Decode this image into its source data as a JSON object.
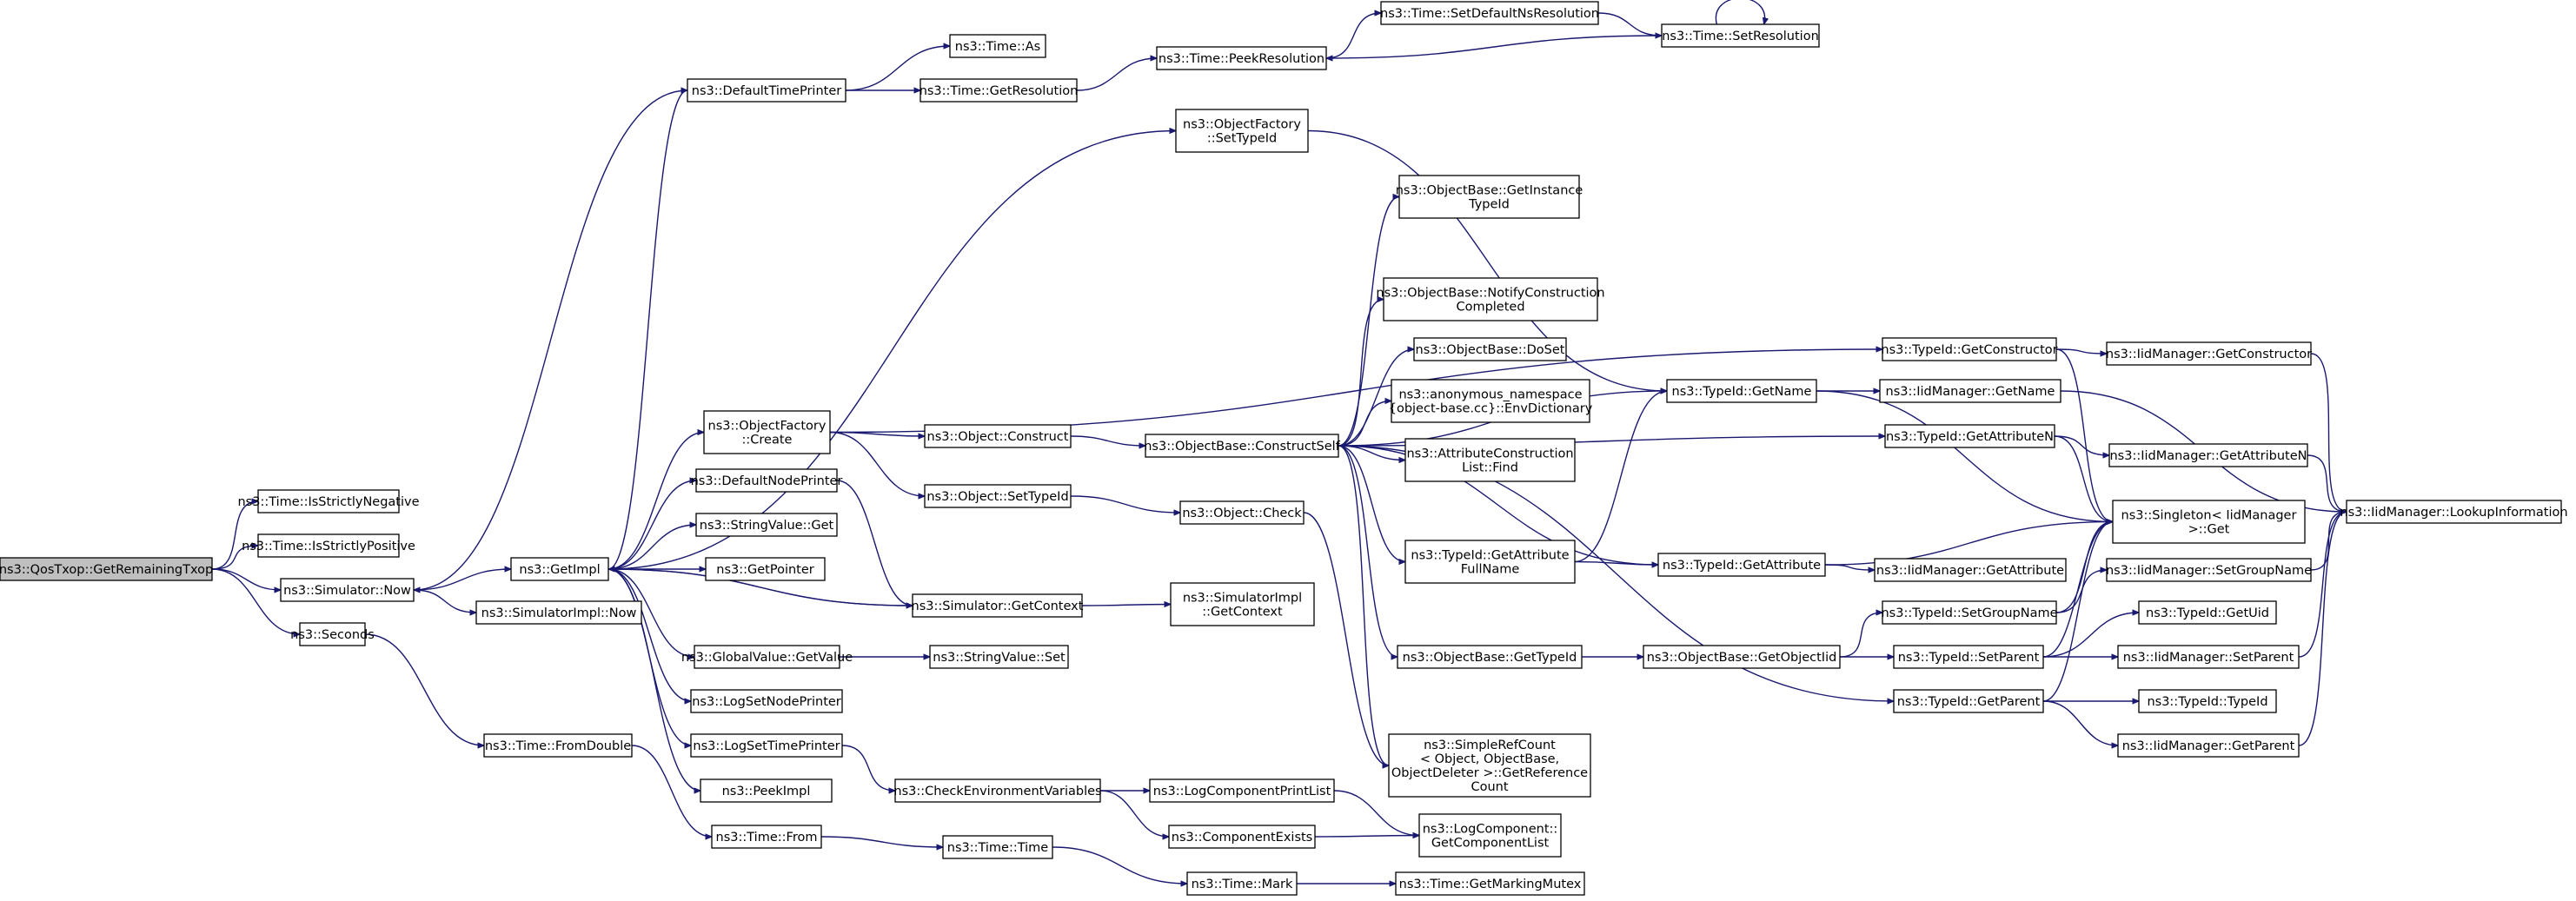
{
  "graph": {
    "root": "n_root",
    "edge_color": "#191970",
    "root_fill": "#bfbfbf",
    "nodes": [
      {
        "id": "n_root",
        "lines": [
          "ns3::QosTxop::GetRemainingTxop"
        ]
      },
      {
        "id": "n_isneg",
        "lines": [
          "ns3::Time::IsStrictlyNegative"
        ]
      },
      {
        "id": "n_ispos",
        "lines": [
          "ns3::Time::IsStrictlyPositive"
        ]
      },
      {
        "id": "n_simnow",
        "lines": [
          "ns3::Simulator::Now"
        ]
      },
      {
        "id": "n_seconds",
        "lines": [
          "ns3::Seconds"
        ]
      },
      {
        "id": "n_getimpl",
        "lines": [
          "ns3::GetImpl"
        ]
      },
      {
        "id": "n_simimplnow",
        "lines": [
          "ns3::SimulatorImpl::Now"
        ]
      },
      {
        "id": "n_fromdouble",
        "lines": [
          "ns3::Time::FromDouble"
        ]
      },
      {
        "id": "n_defaulttp",
        "lines": [
          "ns3::DefaultTimePrinter"
        ]
      },
      {
        "id": "n_ofcreate",
        "lines": [
          "ns3::ObjectFactory",
          "::Create"
        ]
      },
      {
        "id": "n_defaultnp",
        "lines": [
          "ns3::DefaultNodePrinter"
        ]
      },
      {
        "id": "n_strvalget",
        "lines": [
          "ns3::StringValue::Get"
        ]
      },
      {
        "id": "n_getpointer",
        "lines": [
          "ns3::GetPointer"
        ]
      },
      {
        "id": "n_gvgetvalue",
        "lines": [
          "ns3::GlobalValue::GetValue"
        ]
      },
      {
        "id": "n_logsetnp",
        "lines": [
          "ns3::LogSetNodePrinter"
        ]
      },
      {
        "id": "n_logsettp",
        "lines": [
          "ns3::LogSetTimePrinter"
        ]
      },
      {
        "id": "n_peekimpl",
        "lines": [
          "ns3::PeekImpl"
        ]
      },
      {
        "id": "n_timefrom",
        "lines": [
          "ns3::Time::From"
        ]
      },
      {
        "id": "n_timeas",
        "lines": [
          "ns3::Time::As"
        ]
      },
      {
        "id": "n_timegetres",
        "lines": [
          "ns3::Time::GetResolution"
        ]
      },
      {
        "id": "n_objconstruct",
        "lines": [
          "ns3::Object::Construct"
        ]
      },
      {
        "id": "n_objsettypeid",
        "lines": [
          "ns3::Object::SetTypeId"
        ]
      },
      {
        "id": "n_simgetctx",
        "lines": [
          "ns3::Simulator::GetContext"
        ]
      },
      {
        "id": "n_strvalset",
        "lines": [
          "ns3::StringValue::Set"
        ]
      },
      {
        "id": "n_checkenv",
        "lines": [
          "ns3::CheckEnvironmentVariables"
        ]
      },
      {
        "id": "n_timetime",
        "lines": [
          "ns3::Time::Time"
        ]
      },
      {
        "id": "n_peekres",
        "lines": [
          "ns3::Time::PeekResolution"
        ]
      },
      {
        "id": "n_ofsettypeid",
        "lines": [
          "ns3::ObjectFactory",
          "::SetTypeId"
        ]
      },
      {
        "id": "n_objcheck",
        "lines": [
          "ns3::Object::Check"
        ]
      },
      {
        "id": "n_simimplgetctx",
        "lines": [
          "ns3::SimulatorImpl",
          "::GetContext"
        ]
      },
      {
        "id": "n_logcompprint",
        "lines": [
          "ns3::LogComponentPrintList"
        ]
      },
      {
        "id": "n_compexists",
        "lines": [
          "ns3::ComponentExists"
        ]
      },
      {
        "id": "n_timemark",
        "lines": [
          "ns3::Time::Mark"
        ]
      },
      {
        "id": "n_setdefns",
        "lines": [
          "ns3::Time::SetDefaultNsResolution"
        ]
      },
      {
        "id": "n_objbaseconstructself",
        "lines": [
          "ns3::ObjectBase::ConstructSelf"
        ]
      },
      {
        "id": "n_getinstancetid",
        "lines": [
          "ns3::ObjectBase::GetInstance",
          "TypeId"
        ]
      },
      {
        "id": "n_notifyconstr",
        "lines": [
          "ns3::ObjectBase::NotifyConstruction",
          "Completed"
        ]
      },
      {
        "id": "n_doset",
        "lines": [
          "ns3::ObjectBase::DoSet"
        ]
      },
      {
        "id": "n_envdict",
        "lines": [
          "ns3::anonymous_namespace",
          "{object-base.cc}::EnvDictionary"
        ]
      },
      {
        "id": "n_attrconstrfind",
        "lines": [
          "ns3::AttributeConstruction",
          "List::Find"
        ]
      },
      {
        "id": "n_tidgetattrfull",
        "lines": [
          "ns3::TypeId::GetAttribute",
          "FullName"
        ]
      },
      {
        "id": "n_objbasegettid",
        "lines": [
          "ns3::ObjectBase::GetTypeId"
        ]
      },
      {
        "id": "n_simplerefcount",
        "lines": [
          "ns3::SimpleRefCount",
          "< Object, ObjectBase,",
          "ObjectDeleter >::GetReference",
          "Count"
        ]
      },
      {
        "id": "n_logcompgetlist",
        "lines": [
          "ns3::LogComponent::",
          "GetComponentList"
        ]
      },
      {
        "id": "n_getmarkingmutex",
        "lines": [
          "ns3::Time::GetMarkingMutex"
        ]
      },
      {
        "id": "n_timesetres",
        "lines": [
          "ns3::Time::SetResolution"
        ]
      },
      {
        "id": "n_tidgetname",
        "lines": [
          "ns3::TypeId::GetName"
        ]
      },
      {
        "id": "n_tidgetattr",
        "lines": [
          "ns3::TypeId::GetAttribute"
        ]
      },
      {
        "id": "n_objbasegetoid",
        "lines": [
          "ns3::ObjectBase::GetObjectIid"
        ]
      },
      {
        "id": "n_tidgetconstructor",
        "lines": [
          "ns3::TypeId::GetConstructor"
        ]
      },
      {
        "id": "n_tidgetattrn",
        "lines": [
          "ns3::TypeId::GetAttributeN"
        ]
      },
      {
        "id": "n_tidsetgroupname",
        "lines": [
          "ns3::TypeId::SetGroupName"
        ]
      },
      {
        "id": "n_tidsetparent",
        "lines": [
          "ns3::TypeId::SetParent"
        ]
      },
      {
        "id": "n_tidgetparent",
        "lines": [
          "ns3::TypeId::GetParent"
        ]
      },
      {
        "id": "n_iidmgetname",
        "lines": [
          "ns3::IidManager::GetName"
        ]
      },
      {
        "id": "n_iidmgetattr",
        "lines": [
          "ns3::IidManager::GetAttribute"
        ]
      },
      {
        "id": "n_iidmgetconstructor",
        "lines": [
          "ns3::IidManager::GetConstructor"
        ]
      },
      {
        "id": "n_iidmgetattrn",
        "lines": [
          "ns3::IidManager::GetAttributeN"
        ]
      },
      {
        "id": "n_singletonget",
        "lines": [
          "ns3::Singleton< IidManager",
          " >::Get"
        ]
      },
      {
        "id": "n_iidmsetgroupname",
        "lines": [
          "ns3::IidManager::SetGroupName"
        ]
      },
      {
        "id": "n_tidgetuid",
        "lines": [
          "ns3::TypeId::GetUid"
        ]
      },
      {
        "id": "n_iidmsetparent",
        "lines": [
          "ns3::IidManager::SetParent"
        ]
      },
      {
        "id": "n_tidtypeid",
        "lines": [
          "ns3::TypeId::TypeId"
        ]
      },
      {
        "id": "n_iidmgetparent",
        "lines": [
          "ns3::IidManager::GetParent"
        ]
      },
      {
        "id": "n_iidmlookup",
        "lines": [
          "ns3::IidManager::LookupInformation"
        ]
      }
    ],
    "edges": [
      [
        "n_root",
        "n_isneg"
      ],
      [
        "n_root",
        "n_ispos"
      ],
      [
        "n_root",
        "n_simnow"
      ],
      [
        "n_root",
        "n_seconds"
      ],
      [
        "n_simnow",
        "n_getimpl"
      ],
      [
        "n_simnow",
        "n_simimplnow"
      ],
      [
        "n_seconds",
        "n_fromdouble"
      ],
      [
        "n_getimpl",
        "n_defaulttp"
      ],
      [
        "n_getimpl",
        "n_ofcreate"
      ],
      [
        "n_getimpl",
        "n_defaultnp"
      ],
      [
        "n_getimpl",
        "n_strvalget"
      ],
      [
        "n_getimpl",
        "n_getpointer"
      ],
      [
        "n_getimpl",
        "n_simgetctx"
      ],
      [
        "n_getimpl",
        "n_gvgetvalue"
      ],
      [
        "n_getimpl",
        "n_logsetnp"
      ],
      [
        "n_getimpl",
        "n_logsettp"
      ],
      [
        "n_getimpl",
        "n_peekimpl"
      ],
      [
        "n_getimpl",
        "n_ofsettypeid"
      ],
      [
        "n_defaulttp",
        "n_simnow"
      ],
      [
        "n_defaulttp",
        "n_timeas"
      ],
      [
        "n_defaulttp",
        "n_timegetres"
      ],
      [
        "n_timegetres",
        "n_peekres"
      ],
      [
        "n_ofcreate",
        "n_objconstruct"
      ],
      [
        "n_ofcreate",
        "n_objsettypeid"
      ],
      [
        "n_ofcreate",
        "n_tidgetconstructor"
      ],
      [
        "n_defaultnp",
        "n_simgetctx"
      ],
      [
        "n_simgetctx",
        "n_getimpl"
      ],
      [
        "n_simgetctx",
        "n_simimplgetctx"
      ],
      [
        "n_gvgetvalue",
        "n_strvalset"
      ],
      [
        "n_logsettp",
        "n_checkenv"
      ],
      [
        "n_checkenv",
        "n_logcompprint"
      ],
      [
        "n_checkenv",
        "n_compexists"
      ],
      [
        "n_logcompprint",
        "n_logcompgetlist"
      ],
      [
        "n_compexists",
        "n_logcompgetlist"
      ],
      [
        "n_fromdouble",
        "n_timefrom"
      ],
      [
        "n_timefrom",
        "n_timetime"
      ],
      [
        "n_timetime",
        "n_timemark"
      ],
      [
        "n_timemark",
        "n_getmarkingmutex"
      ],
      [
        "n_peekres",
        "n_setdefns"
      ],
      [
        "n_setdefns",
        "n_timesetres"
      ],
      [
        "n_timesetres",
        "n_timesetres"
      ],
      [
        "n_timesetres",
        "n_peekres"
      ],
      [
        "n_ofsettypeid",
        "n_tidgetname"
      ],
      [
        "n_objconstruct",
        "n_objbaseconstructself"
      ],
      [
        "n_objsettypeid",
        "n_objcheck"
      ],
      [
        "n_objcheck",
        "n_simplerefcount"
      ],
      [
        "n_objbaseconstructself",
        "n_getinstancetid"
      ],
      [
        "n_objbaseconstructself",
        "n_notifyconstr"
      ],
      [
        "n_objbaseconstructself",
        "n_doset"
      ],
      [
        "n_objbaseconstructself",
        "n_envdict"
      ],
      [
        "n_objbaseconstructself",
        "n_attrconstrfind"
      ],
      [
        "n_objbaseconstructself",
        "n_tidgetattrfull"
      ],
      [
        "n_objbaseconstructself",
        "n_objbasegettid"
      ],
      [
        "n_objbaseconstructself",
        "n_tidgetname"
      ],
      [
        "n_objbaseconstructself",
        "n_tidgetattr"
      ],
      [
        "n_objbaseconstructself",
        "n_tidgetattrn"
      ],
      [
        "n_objbaseconstructself",
        "n_tidgetparent"
      ],
      [
        "n_objbaseconstructself",
        "n_simplerefcount"
      ],
      [
        "n_tidgetattrfull",
        "n_tidgetname"
      ],
      [
        "n_tidgetattrfull",
        "n_tidgetattr"
      ],
      [
        "n_objbasegettid",
        "n_objbasegetoid"
      ],
      [
        "n_objbasegetoid",
        "n_tidsetgroupname"
      ],
      [
        "n_objbasegetoid",
        "n_tidsetparent"
      ],
      [
        "n_tidgetname",
        "n_iidmgetname"
      ],
      [
        "n_tidgetname",
        "n_singletonget"
      ],
      [
        "n_tidgetattr",
        "n_iidmgetattr"
      ],
      [
        "n_tidgetattr",
        "n_singletonget"
      ],
      [
        "n_tidgetconstructor",
        "n_iidmgetconstructor"
      ],
      [
        "n_tidgetconstructor",
        "n_singletonget"
      ],
      [
        "n_tidgetattrn",
        "n_iidmgetattrn"
      ],
      [
        "n_tidgetattrn",
        "n_singletonget"
      ],
      [
        "n_tidsetgroupname",
        "n_iidmsetgroupname"
      ],
      [
        "n_tidsetgroupname",
        "n_singletonget"
      ],
      [
        "n_tidsetparent",
        "n_tidgetuid"
      ],
      [
        "n_tidsetparent",
        "n_iidmsetparent"
      ],
      [
        "n_tidsetparent",
        "n_singletonget"
      ],
      [
        "n_tidgetparent",
        "n_tidtypeid"
      ],
      [
        "n_tidgetparent",
        "n_iidmgetparent"
      ],
      [
        "n_tidgetparent",
        "n_singletonget"
      ],
      [
        "n_iidmgetname",
        "n_iidmlookup"
      ],
      [
        "n_iidmgetconstructor",
        "n_iidmlookup"
      ],
      [
        "n_iidmgetattrn",
        "n_iidmlookup"
      ],
      [
        "n_iidmsetgroupname",
        "n_iidmlookup"
      ],
      [
        "n_iidmsetparent",
        "n_iidmlookup"
      ],
      [
        "n_iidmgetparent",
        "n_iidmlookup"
      ]
    ]
  }
}
